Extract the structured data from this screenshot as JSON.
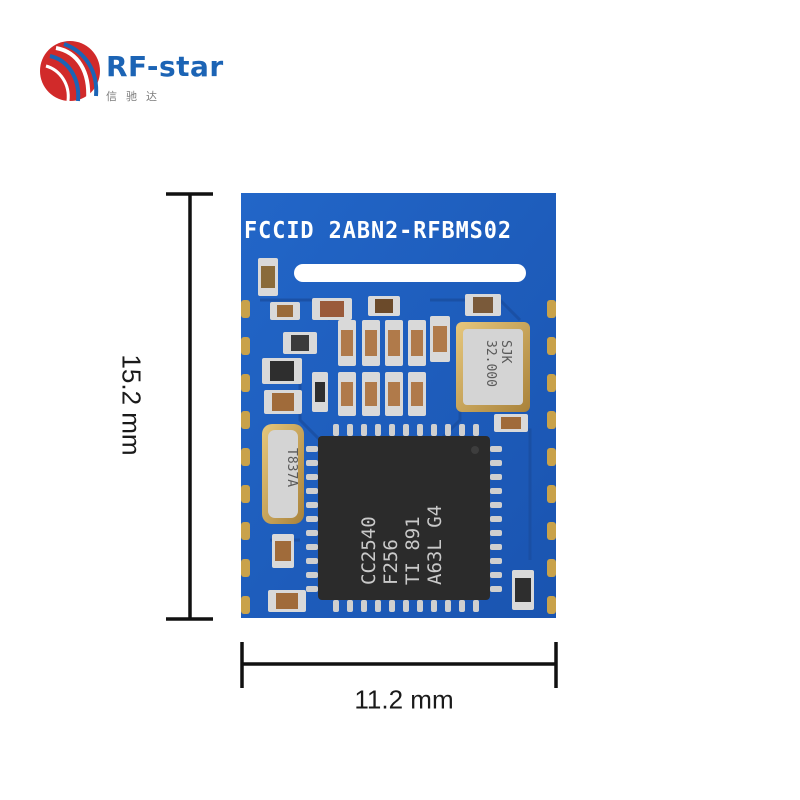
{
  "logo": {
    "brand": "RF-star",
    "sub": "信驰达",
    "colors": {
      "red": "#d12a2a",
      "blue": "#1c64b5"
    }
  },
  "dimensions": {
    "height_label": "15.2 mm",
    "width_label": "11.2 mm"
  },
  "board": {
    "fcc_id": "FCCID 2ABN2-RFBMS02",
    "chip_marking": "CC2540\nF256\nTI 891\nA63L G4",
    "crystal_marking": "SJK\n32.000",
    "crystal2_marking": "T837A",
    "colors": {
      "pcb": "#1f5fbf",
      "pcb_dark": "#174fa6",
      "pads": "#c9a24a",
      "chip": "#2b2b2b"
    }
  }
}
